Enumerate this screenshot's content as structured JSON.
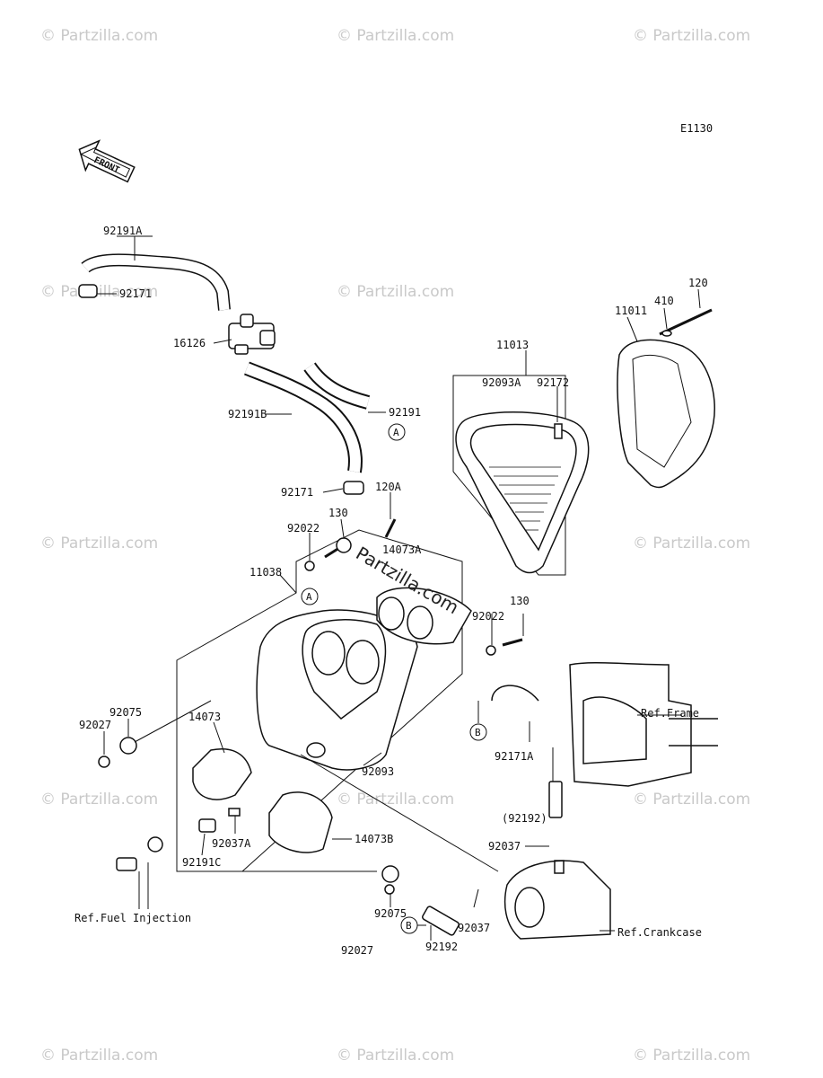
{
  "diagram": {
    "code": "E1130",
    "front_label": "FRONT",
    "center_watermark": "Partzilla.com",
    "watermark_text": "© Partzilla.com",
    "labels": {
      "p92191A": "92191A",
      "p92171_top": "92171",
      "p16126": "16126",
      "p92191": "92191",
      "p92191B": "92191B",
      "p92171_mid": "92171",
      "p120A": "120A",
      "p130_top": "130",
      "p92022_top": "92022",
      "p11038": "11038",
      "p14073A": "14073A",
      "p130_right": "130",
      "p92022_right": "92022",
      "p11013": "11013",
      "p92093A": "92093A",
      "p92172": "92172",
      "p11011": "11011",
      "p410": "410",
      "p120": "120",
      "p92075_left": "92075",
      "p92027_left": "92027",
      "p14073": "14073",
      "p92093": "92093",
      "p92037A": "92037A",
      "p14073B": "14073B",
      "p92191C": "92191C",
      "ref_fuel": "Ref.Fuel Injection",
      "p92075_bottom": "92075",
      "p92027_bottom": "92027",
      "p92037_bottom": "92037",
      "p92192_bottom": "92192",
      "ref_frame": "Ref.Frame",
      "p92171A": "92171A",
      "p92192_paren": "(92192)",
      "p92037_right": "92037",
      "ref_crankcase": "Ref.Crankcase"
    },
    "callouts": {
      "a_upper": "A",
      "a_housing": "A",
      "b_right": "B",
      "b_bottom": "B"
    }
  },
  "colors": {
    "line": "#111111",
    "watermark": "#c9c9c9",
    "background": "#ffffff"
  }
}
